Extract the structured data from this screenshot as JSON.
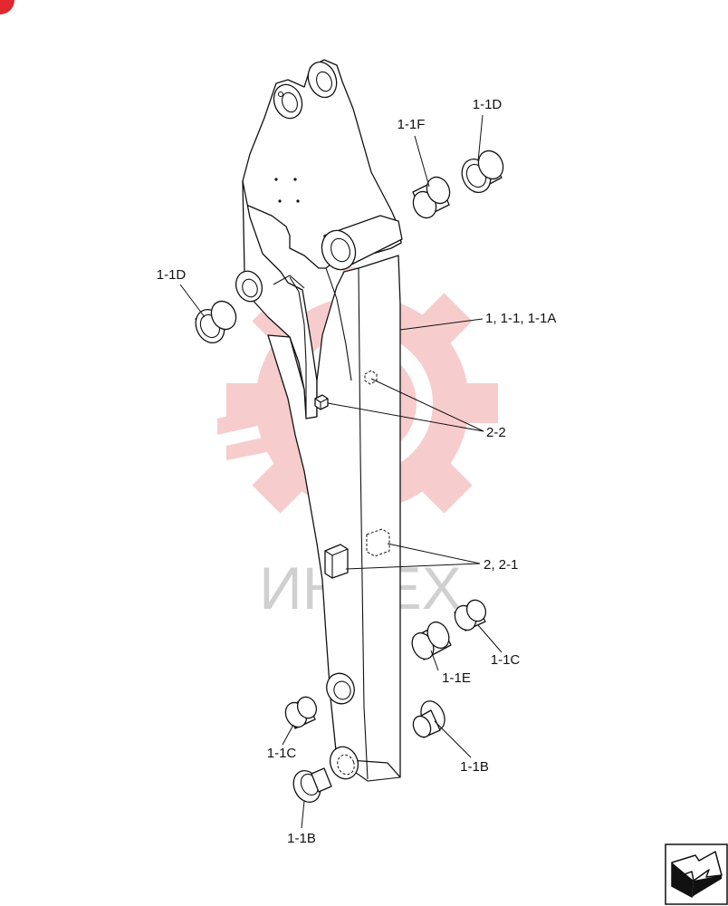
{
  "watermark": {
    "text": "ИНТЕХ",
    "gear_color": "#f2a3a3",
    "text_color": "#d0d0d0"
  },
  "corner_badge_color": "#e0282e",
  "callouts": {
    "boom": "1, 1-1, 1-1A",
    "bushing_top_right": "1-1D",
    "bushing_top_center": "1-1F",
    "bushing_left": "1-1D",
    "plate_top": "2-2",
    "plate_bottom": "2, 2-1",
    "bushing_right": "1-1C",
    "bushing_center": "1-1E",
    "bushing_bottom_left": "1-1C",
    "bushing_bottom_right": "1-1B",
    "flange_bottom_left": "1-1B"
  },
  "nav_icon": "next-page-arrow-icon"
}
